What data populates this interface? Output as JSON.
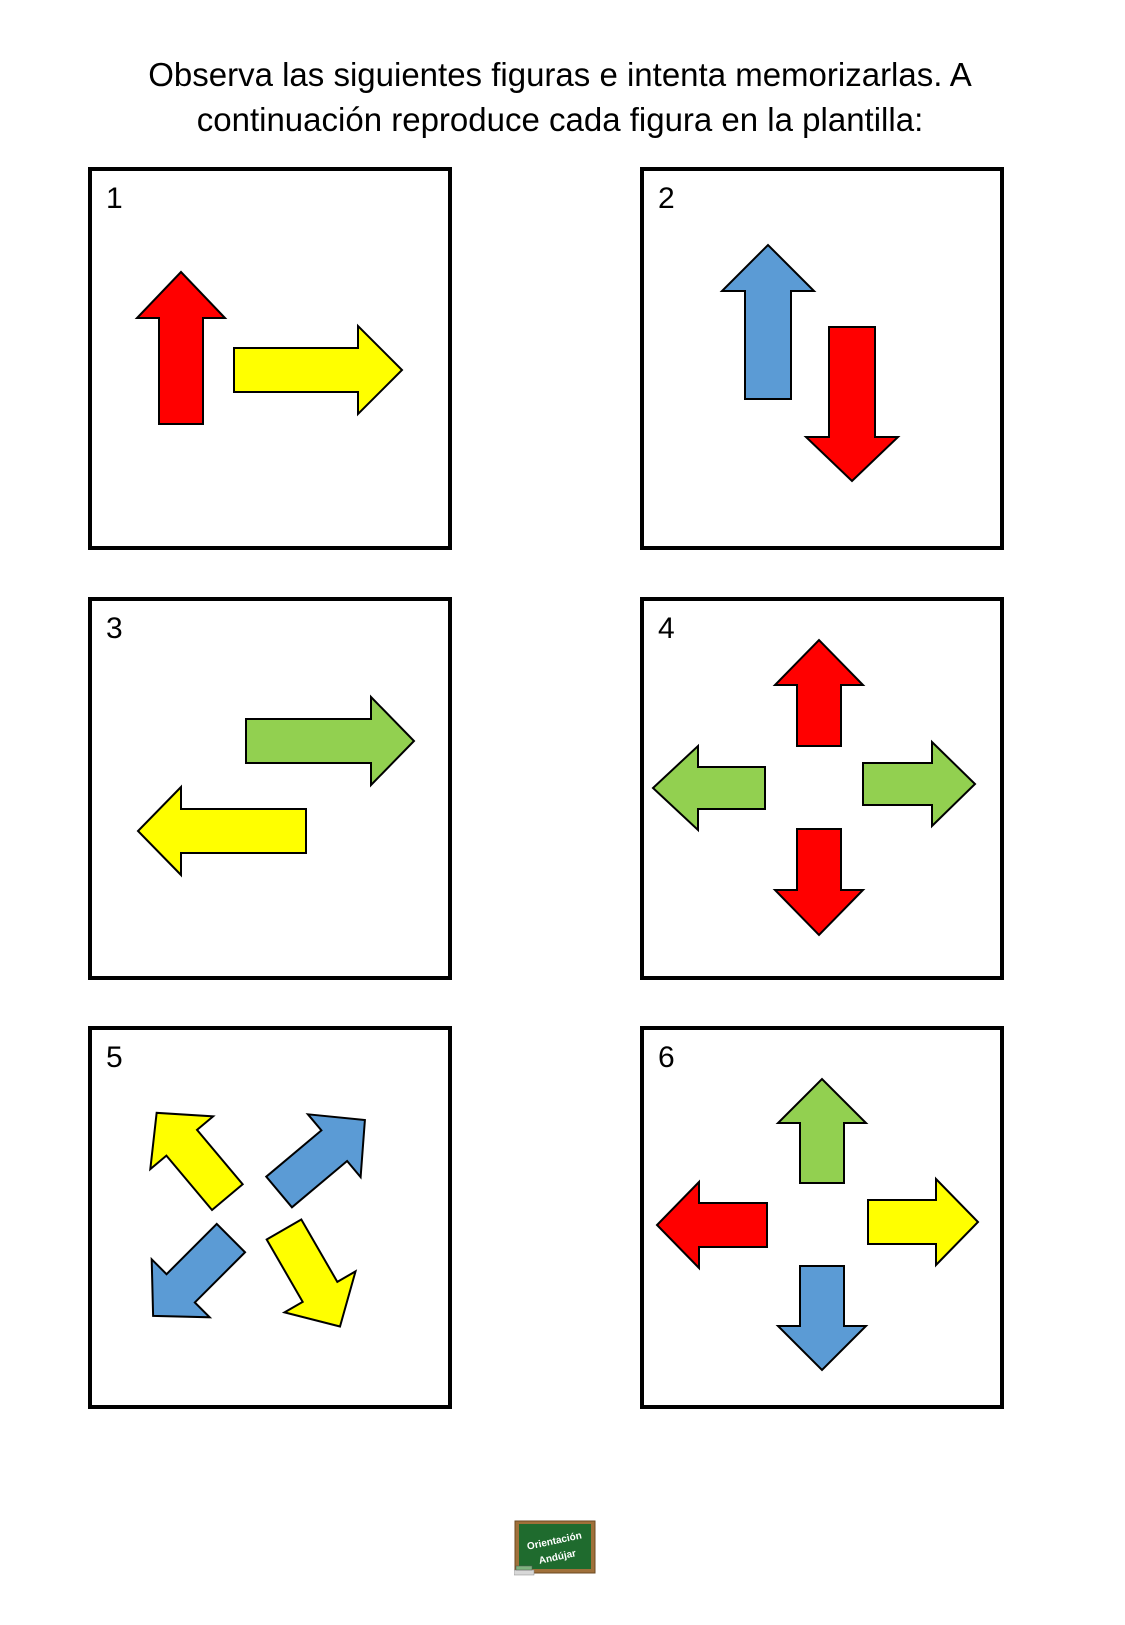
{
  "instructions": {
    "line1": "Observa las siguientes figuras e intenta memorizarlas. A",
    "line2": "continuación reproduce cada figura en la plantilla:"
  },
  "colors": {
    "red": "#ff0000",
    "yellow": "#ffff00",
    "blue": "#5b9bd5",
    "green": "#92d050"
  },
  "panels": [
    {
      "number": "1",
      "arrows": [
        {
          "direction": "up",
          "color": "red"
        },
        {
          "direction": "right",
          "color": "yellow"
        }
      ]
    },
    {
      "number": "2",
      "arrows": [
        {
          "direction": "up",
          "color": "blue"
        },
        {
          "direction": "down",
          "color": "red"
        }
      ]
    },
    {
      "number": "3",
      "arrows": [
        {
          "direction": "right",
          "color": "green"
        },
        {
          "direction": "left",
          "color": "yellow"
        }
      ]
    },
    {
      "number": "4",
      "arrows": [
        {
          "direction": "up",
          "color": "red"
        },
        {
          "direction": "left",
          "color": "green"
        },
        {
          "direction": "right",
          "color": "green"
        },
        {
          "direction": "down",
          "color": "red"
        }
      ]
    },
    {
      "number": "5",
      "arrows": [
        {
          "direction": "up-left",
          "color": "yellow"
        },
        {
          "direction": "up-right",
          "color": "blue"
        },
        {
          "direction": "down-left",
          "color": "blue"
        },
        {
          "direction": "down-right",
          "color": "yellow"
        }
      ]
    },
    {
      "number": "6",
      "arrows": [
        {
          "direction": "up",
          "color": "green"
        },
        {
          "direction": "left",
          "color": "red"
        },
        {
          "direction": "right",
          "color": "yellow"
        },
        {
          "direction": "down",
          "color": "blue"
        }
      ]
    }
  ],
  "logo": {
    "line1": "Orientación",
    "line2": "Andújar"
  }
}
